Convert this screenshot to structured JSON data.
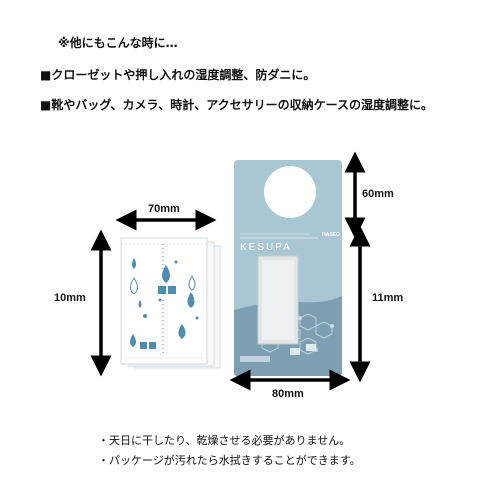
{
  "heading": "※他にもこんな時に…",
  "uses": [
    "■クローゼットや押し入れの湿度調整、防ダニに。",
    "■靴やバッグ、カメラ、時計、アクセサリーの収納ケースの湿度調整に。"
  ],
  "dimensions": {
    "sachet_width": "70mm",
    "sachet_height": "10mm",
    "tag_top": "60mm",
    "tag_height": "11mm",
    "tag_width": "80mm"
  },
  "tag": {
    "brand": "KESUPA",
    "maker": "HASEO"
  },
  "notes": [
    "・天日に干したり、乾燥させる必要がありません。",
    "・パッケージが汚れたら水拭きすることができます。"
  ],
  "colors": {
    "tag_blue": "#a9c6d3",
    "tag_dark": "#7d9fb1",
    "drop_blue": "#4f8db0",
    "arrow": "#000000"
  }
}
